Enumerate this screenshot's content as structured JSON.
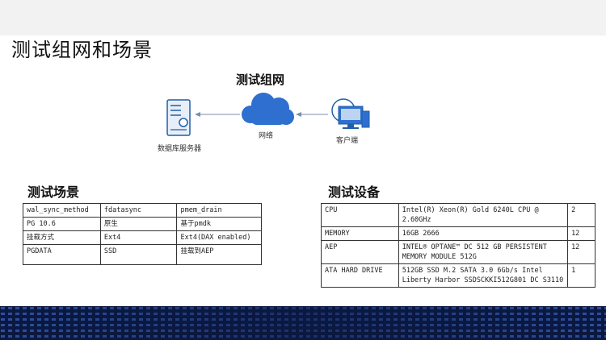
{
  "slide": {
    "title": "测试组网和场景",
    "network": {
      "title": "测试组网",
      "server_label": "数据库服务器",
      "network_label": "网络",
      "client_label": "客户端"
    },
    "scenario": {
      "title": "测试场景",
      "rows": [
        [
          "wal_sync_method",
          "fdatasync",
          "pmem_drain"
        ],
        [
          "PG 10.6",
          "原生",
          "基于pmdk"
        ],
        [
          "挂载方式",
          "Ext4",
          "Ext4(DAX enabled)"
        ],
        [
          "PGDATA",
          "SSD",
          "挂载到AEP"
        ]
      ]
    },
    "equipment": {
      "title": "测试设备",
      "rows": [
        [
          "CPU",
          "Intel(R) Xeon(R) Gold 6240L CPU @ 2.60GHz",
          "2"
        ],
        [
          "MEMORY",
          "16GB 2666",
          "12"
        ],
        [
          "AEP",
          "INTEL® OPTANE™ DC 512 GB PERSISTENT MEMORY MODULE  512G",
          "12"
        ],
        [
          "ATA HARD DRIVE",
          "512GB SSD M.2 SATA 3.0 6Gb/s Intel Liberty Harbor SSDSCKKI512G801 DC S3110",
          "1"
        ]
      ]
    }
  }
}
